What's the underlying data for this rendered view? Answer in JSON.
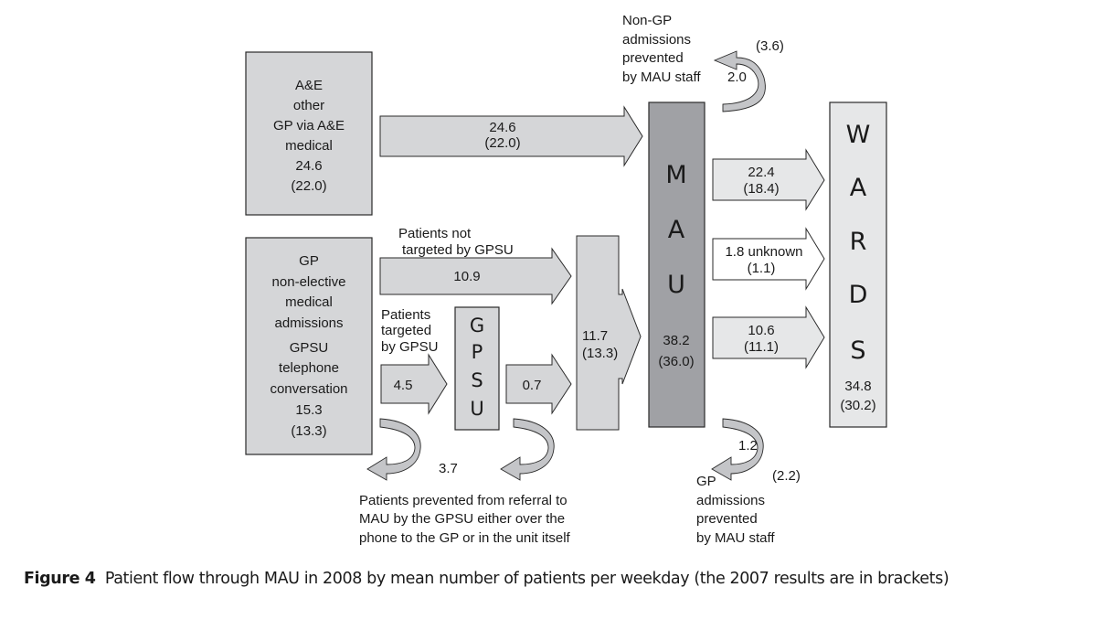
{
  "figure": {
    "caption_label": "Figure 4",
    "caption_text": "Patient flow through MAU in 2008 by mean number of patients per weekday (the 2007 results are in brackets)"
  },
  "colors": {
    "box_fill": "#d5d6d8",
    "mau_fill": "#a0a1a5",
    "wards_fill": "#e6e7e8",
    "arrow_fill": "#d5d6d8",
    "arrow_light_fill": "#e6e7e8",
    "arrow_white_fill": "#ffffff",
    "curved_arrow_fill": "#c4c5c8",
    "stroke": "#2a2a2a"
  },
  "nodes": {
    "ae_box": {
      "lines": [
        "A&E",
        "other",
        "GP via A&E",
        "medical",
        "24.6",
        "(22.0)"
      ]
    },
    "gp_box": {
      "lines": [
        "GP",
        "non-elective",
        "medical",
        "admissions",
        "GPSU",
        "telephone",
        "conversation",
        "15.3",
        "(13.3)"
      ]
    },
    "gpsu_box": {
      "letters": [
        "G",
        "P",
        "S",
        "U"
      ]
    },
    "merge_box": {
      "lines": [
        "11.7",
        "(13.3)"
      ]
    },
    "mau_box": {
      "letters": [
        "M",
        "A",
        "U"
      ],
      "lines": [
        "38.2",
        "(36.0)"
      ]
    },
    "wards_box": {
      "letters": [
        "W",
        "A",
        "R",
        "D",
        "S"
      ],
      "lines": [
        "34.8",
        "(30.2)"
      ]
    }
  },
  "arrows": {
    "ae_to_mau": {
      "lines": [
        "24.6",
        "(22.0)"
      ]
    },
    "not_targeted": {
      "caption": [
        "Patients not",
        "targeted by GPSU"
      ],
      "value": "10.9"
    },
    "targeted": {
      "caption": [
        "Patients",
        "targeted",
        "by GPSU"
      ],
      "value": "4.5"
    },
    "gpsu_out": {
      "value": "0.7"
    },
    "mau_wards_1": {
      "lines": [
        "22.4",
        "(18.4)"
      ]
    },
    "mau_wards_2": {
      "lines": [
        "1.8 unknown",
        "(1.1)"
      ]
    },
    "mau_wards_3": {
      "lines": [
        "10.6",
        "(11.1)"
      ]
    }
  },
  "prevented": {
    "non_gp": {
      "lines": [
        "Non-GP",
        "admissions",
        "prevented",
        "by MAU staff"
      ],
      "value": "2.0",
      "value_2007": "(3.6)"
    },
    "gpsu": {
      "value": "3.7",
      "lines": [
        "Patients prevented from referral to",
        "MAU by the GPSU either over the",
        "phone to the GP or in the unit itself"
      ]
    },
    "gp": {
      "lines": [
        "GP",
        "admissions",
        "prevented",
        "by MAU staff"
      ],
      "value": "1.2",
      "value_2007": "(2.2)"
    }
  }
}
